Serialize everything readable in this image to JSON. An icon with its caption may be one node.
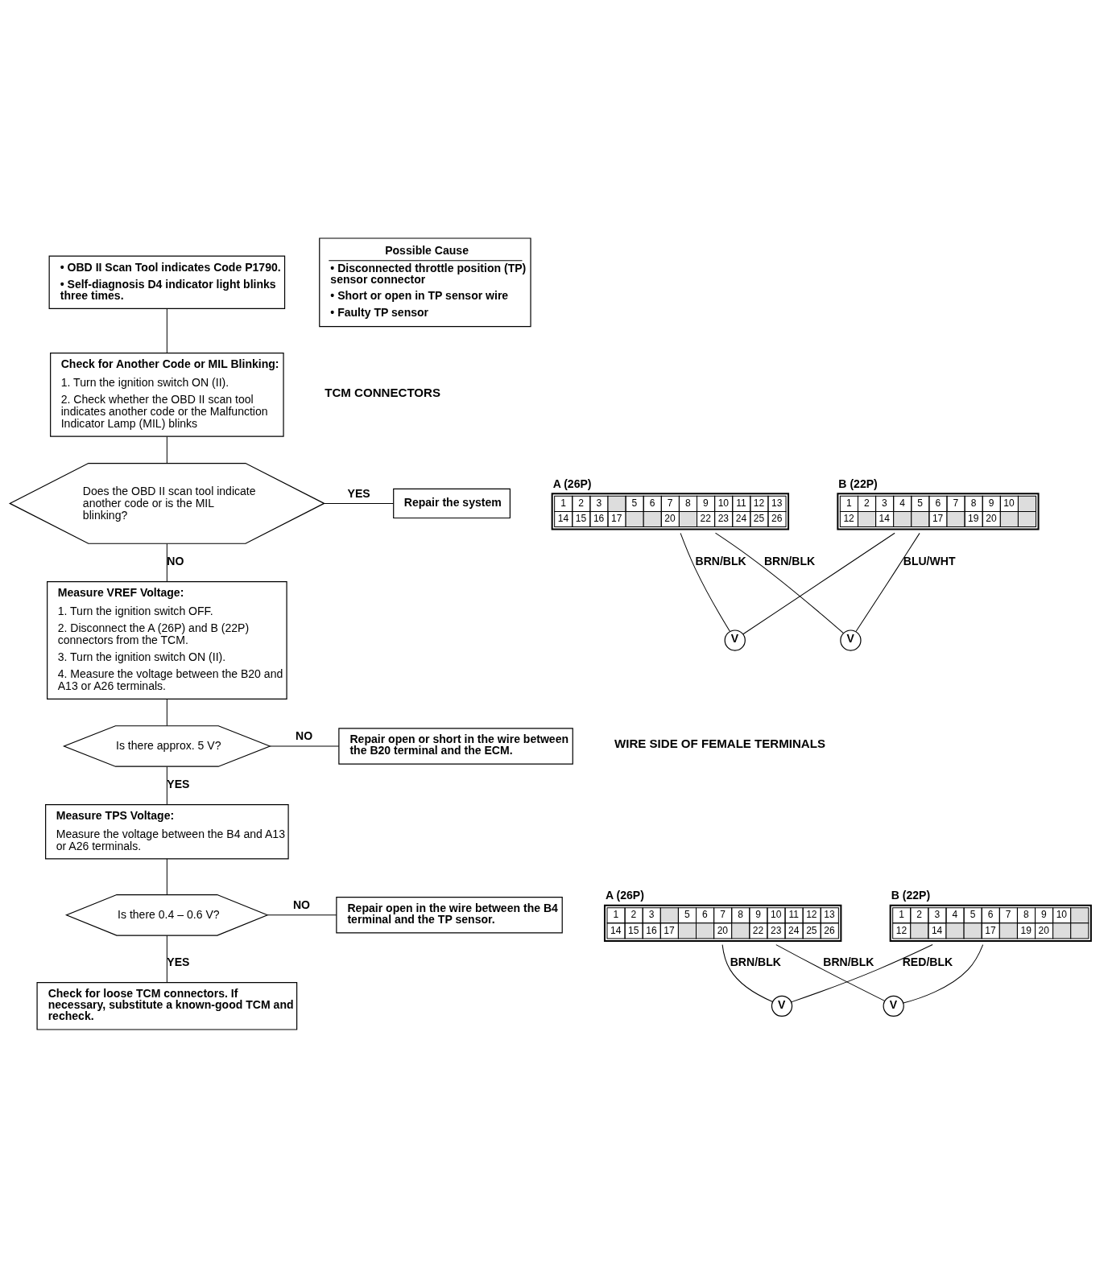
{
  "diagram": {
    "nodes": [
      {
        "text": [
          "• OBD II Scan Tool indicates Code P1790.",
          "• Self-diagnosis D4 indicator light blinks three times."
        ]
      },
      {
        "text": [
          "Possible Cause",
          "• Disconnected throttle position (TP) sensor connector",
          "• Short or open in TP sensor wire",
          "• Faulty TP sensor"
        ]
      },
      {
        "text": [
          "Check for Another Code or MIL Blinking:",
          "1. Turn the ignition switch ON (II).",
          "2. Check whether the OBD II scan tool indicates another code or the Malfunction Indicator Lamp (MIL) blinks"
        ]
      },
      {
        "text": [
          "Does the OBD II scan tool indicate another code or is the MIL blinking?"
        ]
      },
      {
        "text": [
          "Repair the system"
        ]
      },
      {
        "text": [
          "Measure VREF Voltage:",
          "1. Turn the ignition switch OFF.",
          "2. Disconnect the A (26P) and B (22P) connectors from the TCM.",
          "3. Turn the ignition switch ON (II).",
          "4. Measure the voltage between the B20 and A13 or A26 terminals."
        ]
      },
      {
        "text": [
          "Is there approx. 5 V?"
        ]
      },
      {
        "text": [
          "Repair open or short in the wire between the B20 terminal and the ECM."
        ]
      },
      {
        "text": [
          "Measure TPS Voltage:",
          "Measure the voltage between the B4 and A13 or A26 terminals."
        ]
      },
      {
        "text": [
          "Is there 0.4 – 0.6 V?"
        ]
      },
      {
        "text": [
          "Repair open in the wire between the B4 terminal and the TP sensor."
        ]
      },
      {
        "text": [
          "Check for loose TCM connectors. If necessary, substitute a known-good TCM and recheck."
        ]
      },
      {
        "text": [
          "A (26P)",
          "1",
          "2",
          "3",
          "5",
          "6",
          "7",
          "8",
          "9",
          "10",
          "11",
          "12",
          "13",
          "14",
          "15",
          "16",
          "17",
          "20",
          "22",
          "23",
          "24",
          "25",
          "26"
        ]
      },
      {
        "text": [
          "V"
        ]
      },
      {
        "text": [
          "V"
        ]
      },
      {
        "text": [
          "B (22P)",
          "1",
          "2",
          "3",
          "4",
          "5",
          "6",
          "7",
          "8",
          "9",
          "10",
          "12",
          "14",
          "17",
          "19",
          "20"
        ]
      },
      {
        "text": [
          "A (26P)",
          "1",
          "2",
          "3",
          "5",
          "6",
          "7",
          "8",
          "9",
          "10",
          "11",
          "12",
          "13",
          "14",
          "15",
          "16",
          "17",
          "20",
          "22",
          "23",
          "24",
          "25",
          "26"
        ]
      },
      {
        "text": [
          "V"
        ]
      },
      {
        "text": [
          "V"
        ]
      },
      {
        "text": [
          "B (22P)",
          "1",
          "2",
          "3",
          "4",
          "5",
          "6",
          "7",
          "8",
          "9",
          "10",
          "12",
          "14",
          "17",
          "19",
          "20"
        ]
      }
    ],
    "edges": [
      {
        "from": 0,
        "to": 2,
        "arrow": "none"
      },
      {
        "from": 2,
        "to": 3,
        "arrow": "none"
      },
      {
        "from": 3,
        "to": 4,
        "arrow": "none",
        "label": "YES"
      },
      {
        "from": 3,
        "to": 5,
        "arrow": "none",
        "label": "NO"
      },
      {
        "from": 5,
        "to": 6,
        "arrow": "none"
      },
      {
        "from": 6,
        "to": 7,
        "arrow": "none",
        "label": "NO"
      },
      {
        "from": 6,
        "to": 8,
        "arrow": "none",
        "label": "YES"
      },
      {
        "from": 8,
        "to": 9,
        "arrow": "none"
      },
      {
        "from": 9,
        "to": 10,
        "arrow": "none",
        "label": "NO"
      },
      {
        "from": 9,
        "to": 11,
        "arrow": "none",
        "label": "YES"
      },
      {
        "from": 12,
        "to": 13,
        "arrow": "none",
        "label": "BRN/BLK"
      },
      {
        "from": 13,
        "to": 15,
        "arrow": "none"
      },
      {
        "from": 12,
        "to": 14,
        "arrow": "none",
        "label": "BRN/BLK"
      },
      {
        "from": 14,
        "to": 15,
        "arrow": "none",
        "label": "BLU/WHT"
      },
      {
        "from": 16,
        "to": 17,
        "arrow": "none",
        "label": "BRN/BLK"
      },
      {
        "from": 17,
        "to": 19,
        "arrow": "none",
        "label": "RED/BLK"
      },
      {
        "from": 16,
        "to": 18,
        "arrow": "none",
        "label": "BRN/BLK"
      },
      {
        "from": 18,
        "to": 19,
        "arrow": "none"
      }
    ],
    "labels": [
      "TCM CONNECTORS",
      "WIRE SIDE OF FEMALE TERMINALS"
    ]
  }
}
